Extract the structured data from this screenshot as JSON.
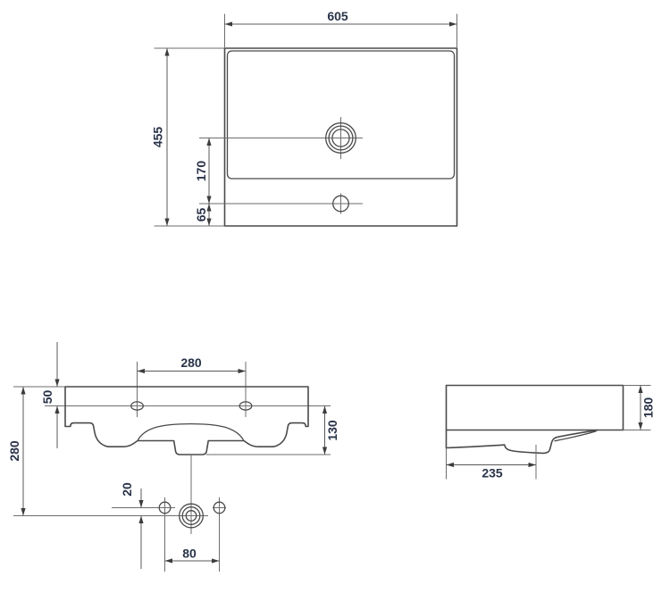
{
  "drawing": {
    "type": "washbasin-technical-drawing",
    "colors": {
      "background": "#ffffff",
      "outline": "#4a4a4c",
      "dimension_line": "#58585a",
      "label_text": "#293349"
    },
    "views": {
      "top": {
        "labels": {
          "width": "605",
          "depth": "455",
          "tap_to_overflow": "170",
          "overflow_to_front": "65"
        }
      },
      "front": {
        "labels": {
          "hole_spacing": "280",
          "top_to_holes": "50",
          "total_height": "280",
          "holes_to_bottom": "130",
          "bolt_to_drain": "20",
          "bolt_spacing": "80"
        }
      },
      "side": {
        "labels": {
          "back_height": "180",
          "front_to_trap": "235"
        }
      }
    }
  }
}
